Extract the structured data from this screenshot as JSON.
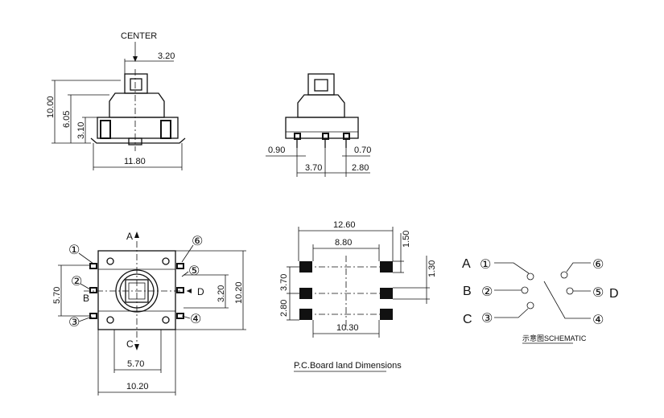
{
  "side_view": {
    "center_label": "CENTER",
    "dim_top": "3.20",
    "dim_height_total": "10.00",
    "dim_height_mid": "6.05",
    "dim_height_low": "3.10",
    "dim_width": "11.80"
  },
  "front_view": {
    "dim_left_pin": "0.90",
    "dim_right_pin": "0.70",
    "dim_pitch_left": "3.70",
    "dim_pitch_right": "2.80"
  },
  "top_view": {
    "arrow_a": "A",
    "arrow_b": "B",
    "arrow_c": "C",
    "arrow_d": "D",
    "pins": [
      "①",
      "②",
      "③",
      "④",
      "⑤",
      "⑥"
    ],
    "dim_left_height": "5.70",
    "dim_right_inner": "3.20",
    "dim_right_outer": "10.20",
    "dim_bottom_inner": "5.70",
    "dim_bottom_outer": "10.20"
  },
  "pcb_view": {
    "dim_top_outer": "12.60",
    "dim_top_inner": "8.80",
    "dim_right_top": "1.50",
    "dim_right_mid": "1.30",
    "dim_left_top": "3.70",
    "dim_left_bottom": "2.80",
    "dim_bottom": "10.30",
    "caption": "P.C.Board land Dimensions"
  },
  "schematic": {
    "letters": [
      "A",
      "B",
      "C",
      "D"
    ],
    "pins": [
      "①",
      "②",
      "③",
      "④",
      "⑤",
      "⑥"
    ],
    "caption": "示意图SCHEMATIC"
  }
}
